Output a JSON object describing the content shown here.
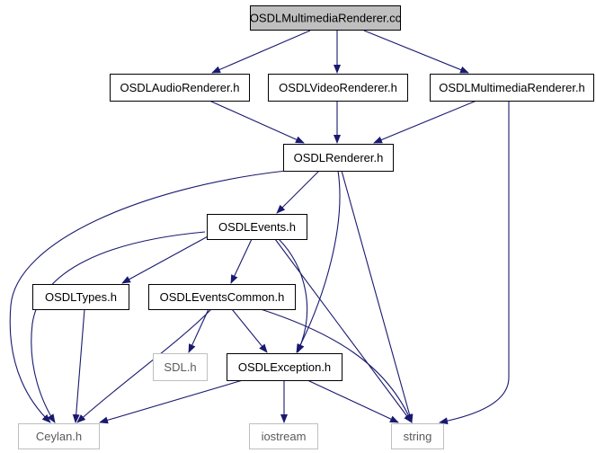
{
  "colors": {
    "edge": "#191970",
    "node_border": "#000000",
    "external_border": "#bfbfbf",
    "root_fill": "#bfbfbf",
    "node_fill": "#ffffff",
    "text": "#000000",
    "external_text": "#5a5a5a"
  },
  "nodes": [
    {
      "id": "root",
      "label": "OSDLMultimediaRenderer.cc",
      "kind": "root"
    },
    {
      "id": "audio",
      "label": "OSDLAudioRenderer.h",
      "kind": "header"
    },
    {
      "id": "video",
      "label": "OSDLVideoRenderer.h",
      "kind": "header"
    },
    {
      "id": "mmr",
      "label": "OSDLMultimediaRenderer.h",
      "kind": "header"
    },
    {
      "id": "renderer",
      "label": "OSDLRenderer.h",
      "kind": "header"
    },
    {
      "id": "events",
      "label": "OSDLEvents.h",
      "kind": "header"
    },
    {
      "id": "types",
      "label": "OSDLTypes.h",
      "kind": "header"
    },
    {
      "id": "evcommon",
      "label": "OSDLEventsCommon.h",
      "kind": "header"
    },
    {
      "id": "sdl",
      "label": "SDL.h",
      "kind": "external"
    },
    {
      "id": "exception",
      "label": "OSDLException.h",
      "kind": "header"
    },
    {
      "id": "ceylan",
      "label": "Ceylan.h",
      "kind": "external"
    },
    {
      "id": "iostream",
      "label": "iostream",
      "kind": "external"
    },
    {
      "id": "string",
      "label": "string",
      "kind": "external"
    }
  ],
  "edges": [
    {
      "from": "root",
      "to": "audio"
    },
    {
      "from": "root",
      "to": "video"
    },
    {
      "from": "root",
      "to": "mmr"
    },
    {
      "from": "audio",
      "to": "renderer"
    },
    {
      "from": "video",
      "to": "renderer"
    },
    {
      "from": "mmr",
      "to": "renderer"
    },
    {
      "from": "mmr",
      "to": "string"
    },
    {
      "from": "renderer",
      "to": "events"
    },
    {
      "from": "renderer",
      "to": "ceylan"
    },
    {
      "from": "renderer",
      "to": "exception"
    },
    {
      "from": "renderer",
      "to": "string"
    },
    {
      "from": "events",
      "to": "types"
    },
    {
      "from": "events",
      "to": "evcommon"
    },
    {
      "from": "events",
      "to": "ceylan"
    },
    {
      "from": "events",
      "to": "exception"
    },
    {
      "from": "events",
      "to": "string"
    },
    {
      "from": "types",
      "to": "ceylan"
    },
    {
      "from": "evcommon",
      "to": "sdl"
    },
    {
      "from": "evcommon",
      "to": "exception"
    },
    {
      "from": "evcommon",
      "to": "ceylan"
    },
    {
      "from": "evcommon",
      "to": "string"
    },
    {
      "from": "exception",
      "to": "ceylan"
    },
    {
      "from": "exception",
      "to": "iostream"
    },
    {
      "from": "exception",
      "to": "string"
    }
  ]
}
